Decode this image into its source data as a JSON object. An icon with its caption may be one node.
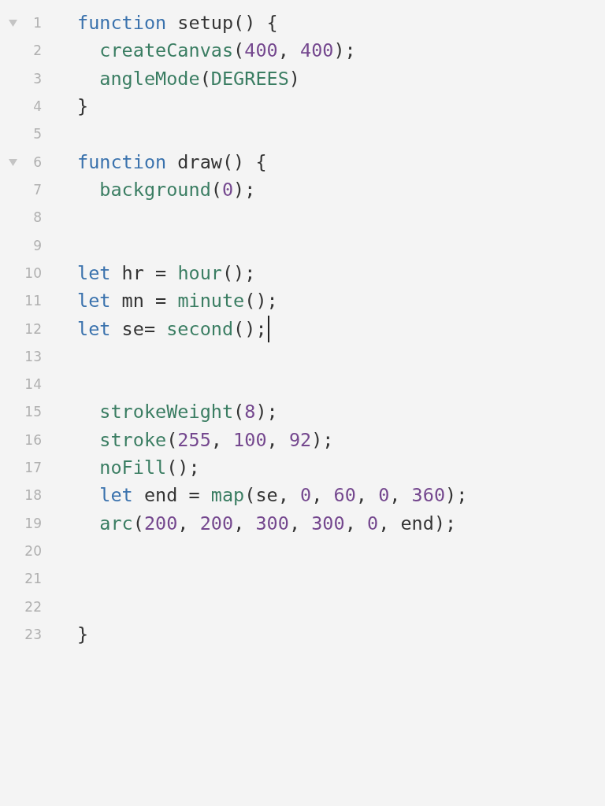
{
  "diagram": {
    "labels": [
      "1",
      "function setup() {",
      "2",
      "  createCanvas(400, 400);",
      "3",
      "  angleMode(DEGREES)",
      "4",
      "}",
      "5",
      "6",
      "function draw() {",
      "7",
      "  background(0);",
      "8",
      "9",
      "10",
      "let hr = hour();",
      "11",
      "let mn = minute();",
      "12",
      "let se= second();",
      "13",
      "14",
      "15",
      "  strokeWeight(8);",
      "16",
      "  stroke(255, 100, 92);",
      "17",
      "  noFill();",
      "18",
      "  let end = map(se, 0, 60, 0, 360);",
      "19",
      "  arc(200, 200, 300, 300, 0, end);",
      "20",
      "21",
      "22",
      "23",
      "}"
    ]
  }
}
